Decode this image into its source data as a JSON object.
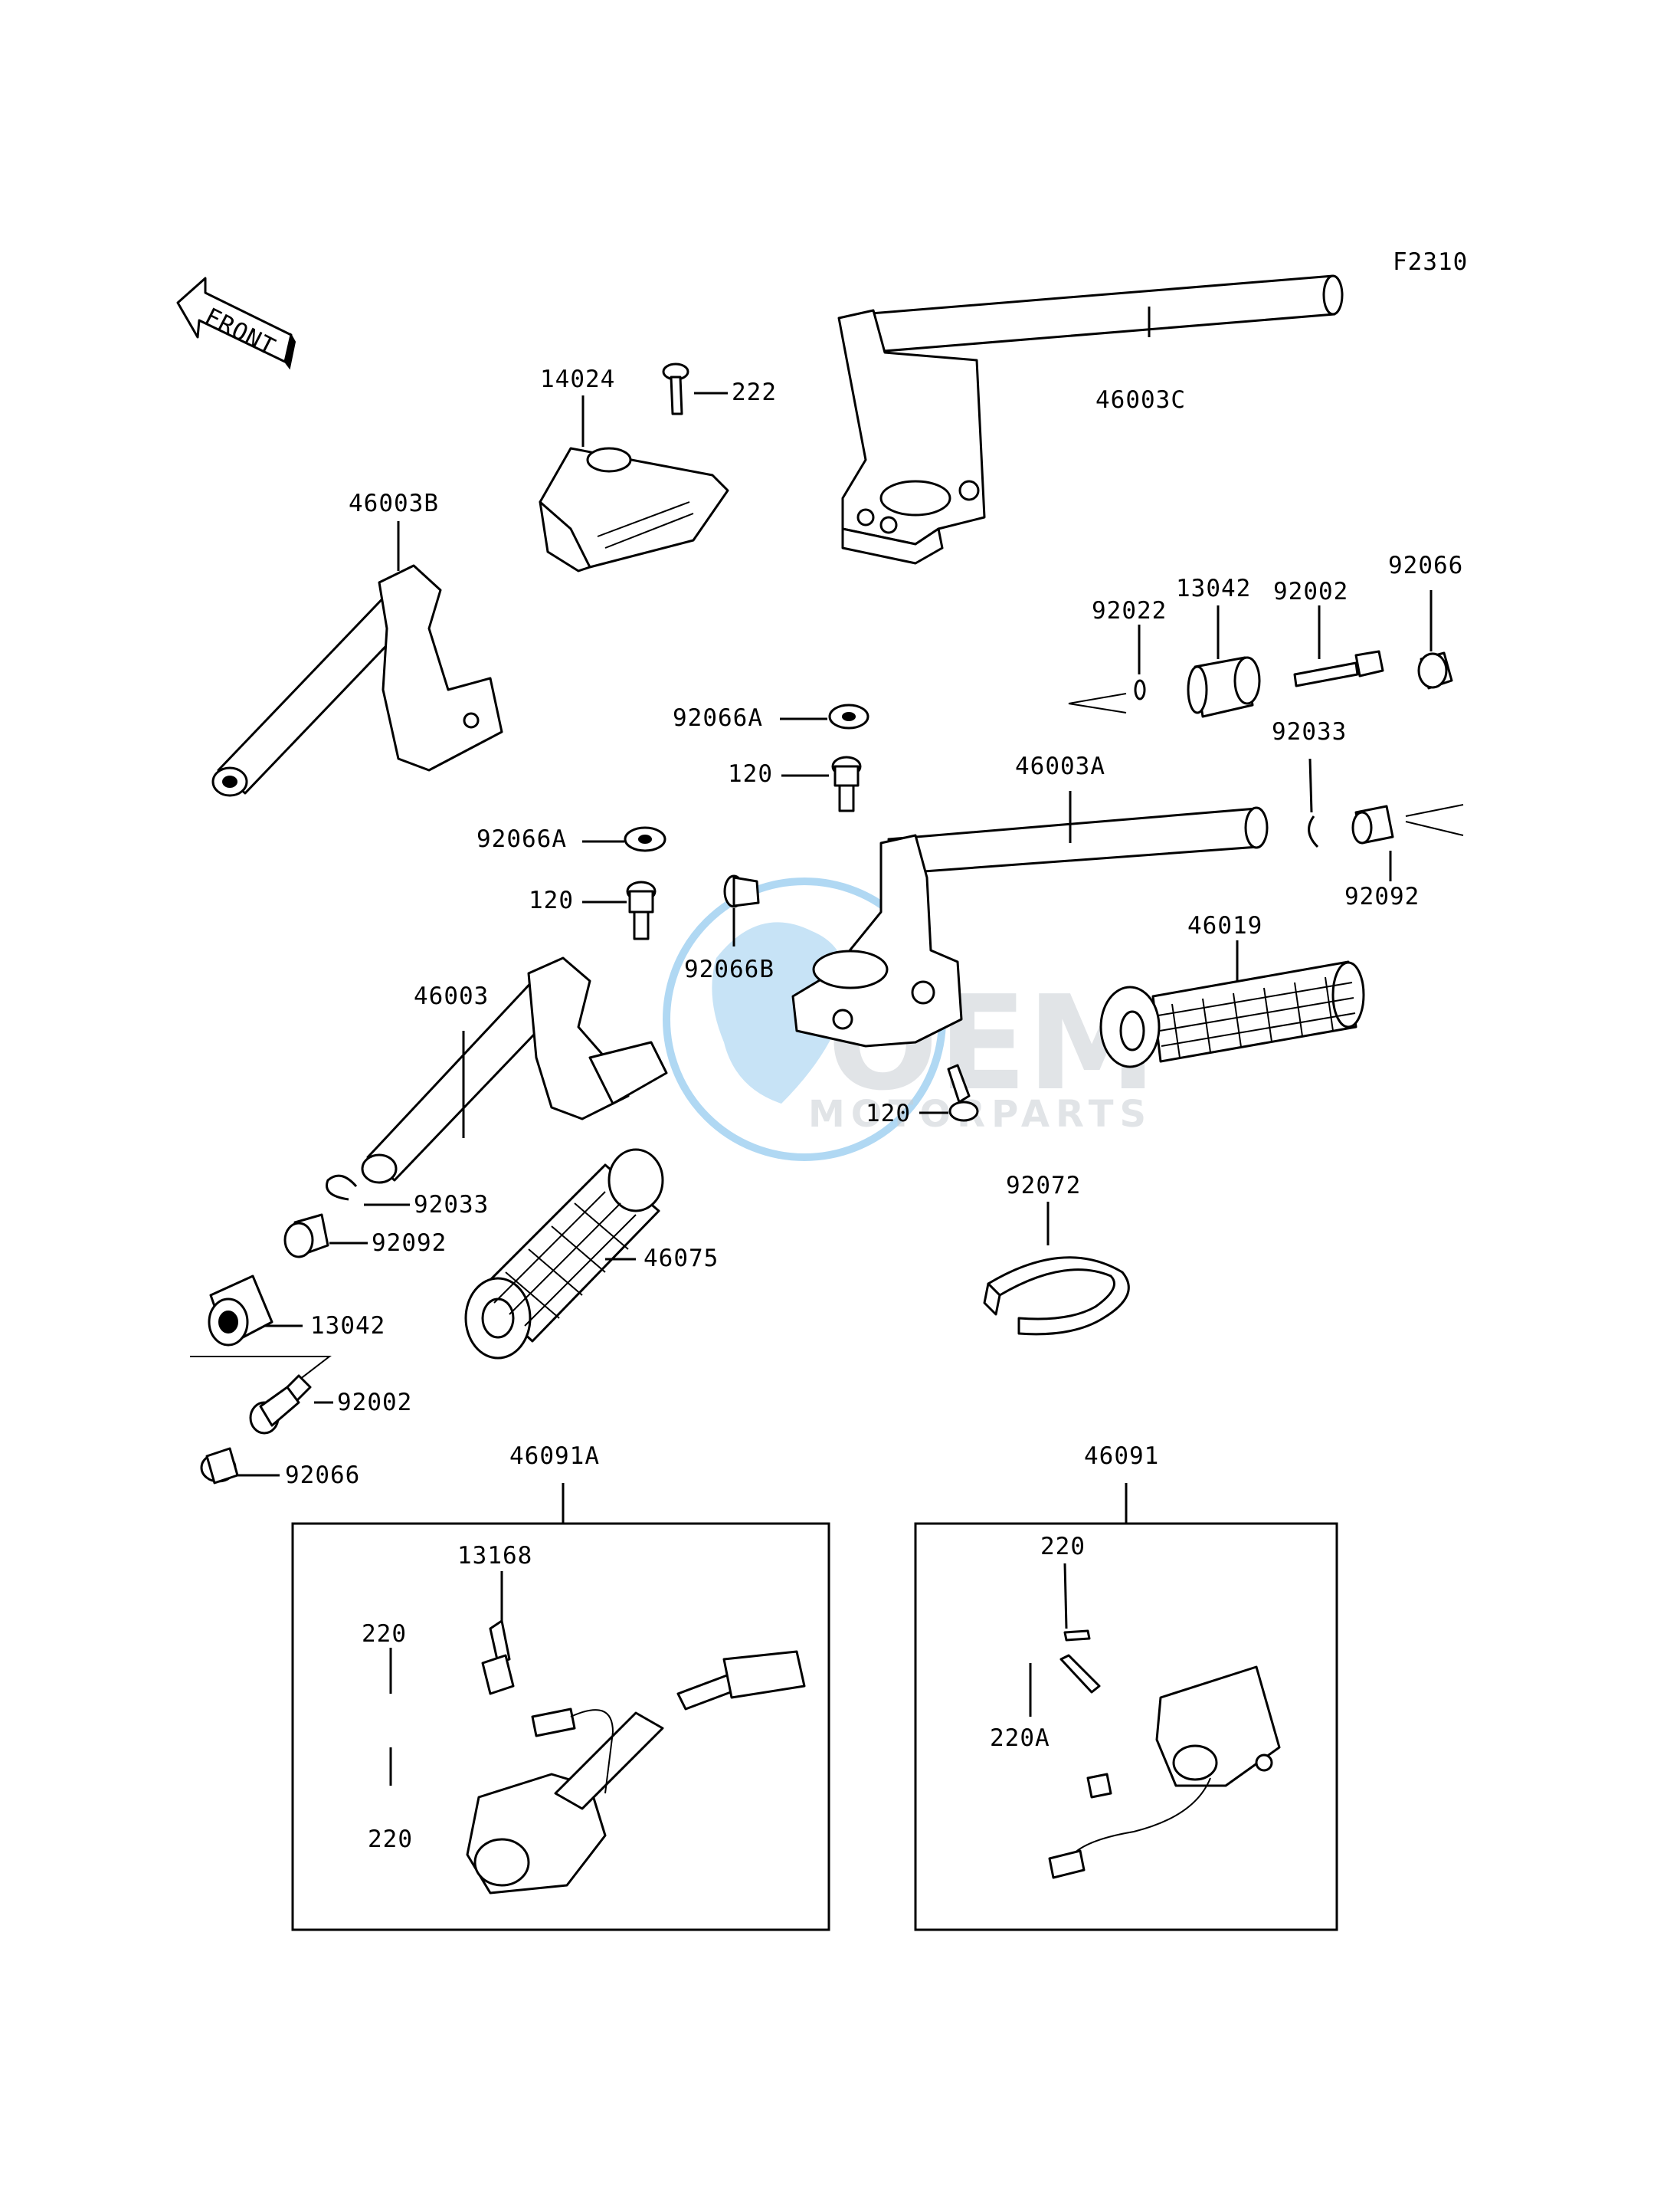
{
  "figure_code": "F2310",
  "front_arrow_label": "FRONT",
  "watermark": {
    "brand": "OEM",
    "sub": "MOTORPARTS",
    "colors": {
      "blue": "#1e8fdc",
      "grey": "#b7bcc3"
    }
  },
  "labels": {
    "p14024": "14024",
    "p222": "222",
    "p46003C": "46003C",
    "p46003B": "46003B",
    "p92022": "92022",
    "p13042_top": "13042",
    "p92002_top": "92002",
    "p92066_top": "92066",
    "p92066A_1": "92066A",
    "p120_1": "120",
    "p46003A": "46003A",
    "p92033_top": "92033",
    "p92066A_2": "92066A",
    "p92092_top": "92092",
    "p120_2": "120",
    "p46019": "46019",
    "p92066B": "92066B",
    "p46003": "46003",
    "p120_3": "120",
    "p92033": "92033",
    "p92072": "92072",
    "p92092": "92092",
    "p46075": "46075",
    "p13042": "13042",
    "p92002": "92002",
    "p92066": "92066",
    "p46091A": "46091A",
    "p46091": "46091",
    "p13168": "13168",
    "p220_a": "220",
    "p220_b": "220",
    "p220_c": "220",
    "p220A": "220A"
  }
}
